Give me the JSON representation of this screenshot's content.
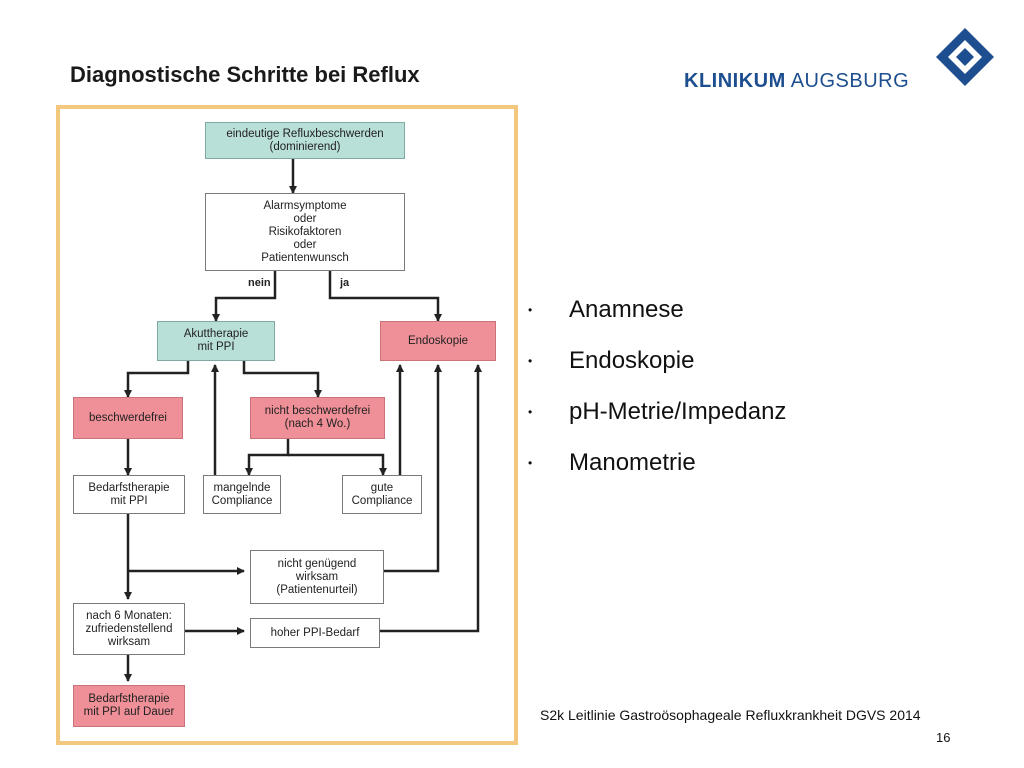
{
  "slide": {
    "title": "Diagnostische Schritte bei Reflux",
    "page_number": "16"
  },
  "logo": {
    "bold_text": "KLINIKUM",
    "regular_text": " AUGSBURG",
    "brand_color": "#1d4e8f"
  },
  "flowchart": {
    "nodes": {
      "start": "eindeutige Refluxbeschwerden\n(dominierend)",
      "alarm": "Alarmsymptome\noder\nRisikofaktoren\noder\nPatientenwunsch",
      "akut": "Akuttherapie\nmit PPI",
      "endo": "Endoskopie",
      "frei": "beschwerdefrei",
      "nicht_frei": "nicht beschwerdefrei\n(nach 4 Wo.)",
      "bedarf": "Bedarfstherapie\nmit PPI",
      "mangel": "mangelnde\nCompliance",
      "gute": "gute\nCompliance",
      "nicht_genuegend": "nicht genügend\nwirksam\n(Patientenurteil)",
      "sechs_monate": "nach 6 Monaten:\nzufriedenstellend\nwirksam",
      "hoher": "hoher PPI-Bedarf",
      "dauer": "Bedarfstherapie\nmit PPI auf Dauer"
    },
    "edge_labels": {
      "nein": "nein",
      "ja": "ja"
    },
    "colors": {
      "teal": "#b9dfd9",
      "pink": "#ef8f97",
      "frame": "#f3c77e"
    }
  },
  "bullets": [
    "Anamnese",
    "Endoskopie",
    "pH-Metrie/Impedanz",
    "Manometrie"
  ],
  "source": "S2k Leitlinie Gastroösophageale Refluxkrankheit DGVS 2014"
}
